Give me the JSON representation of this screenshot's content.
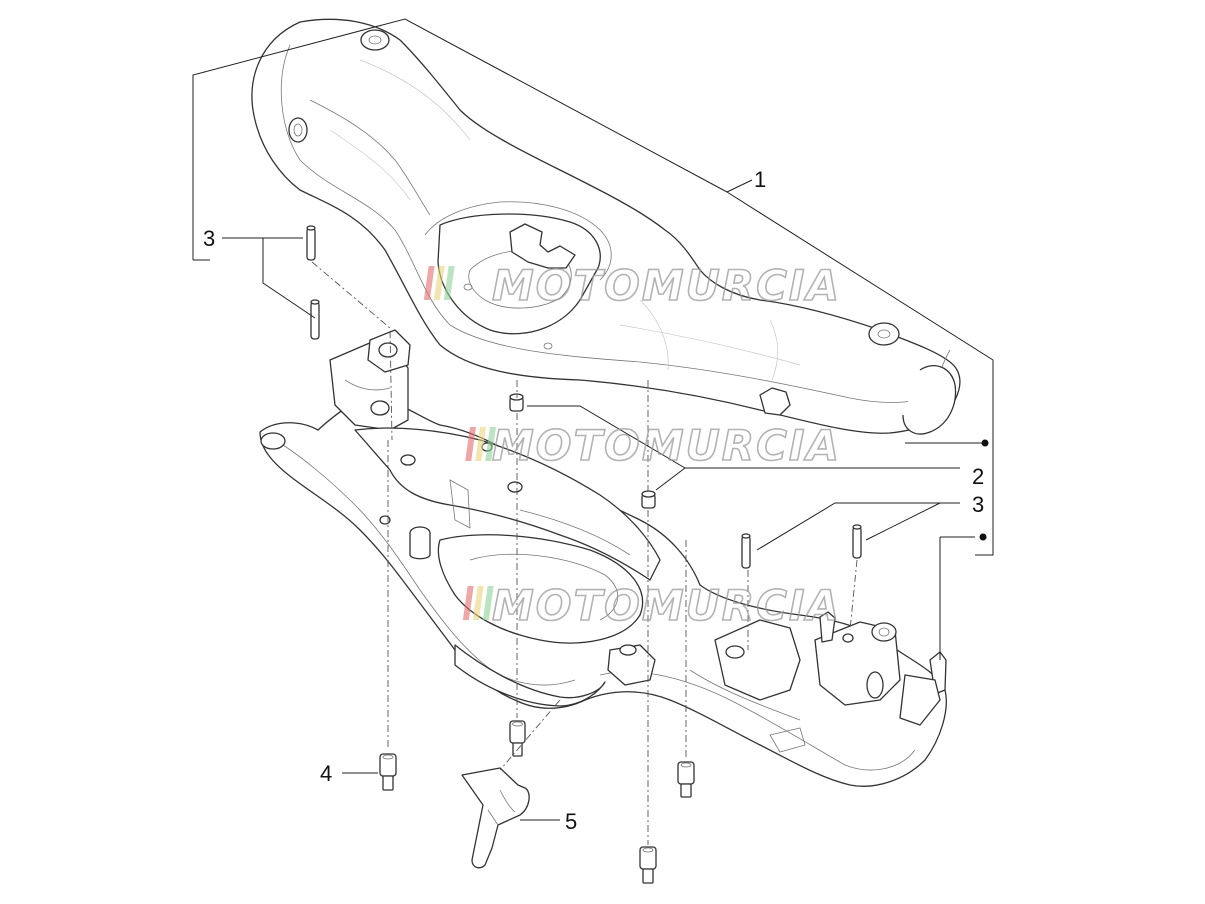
{
  "watermark": {
    "text": "MOTOMURCIA",
    "stripe_colors": [
      "#e46a6a",
      "#e9d37a",
      "#8fd29a"
    ]
  },
  "callouts": [
    {
      "id": "callout-1",
      "label": "1"
    },
    {
      "id": "callout-2",
      "label": "2"
    },
    {
      "id": "callout-3-left",
      "label": "3"
    },
    {
      "id": "callout-3-right",
      "label": "3"
    },
    {
      "id": "callout-4",
      "label": "4"
    },
    {
      "id": "callout-5",
      "label": "5"
    }
  ]
}
